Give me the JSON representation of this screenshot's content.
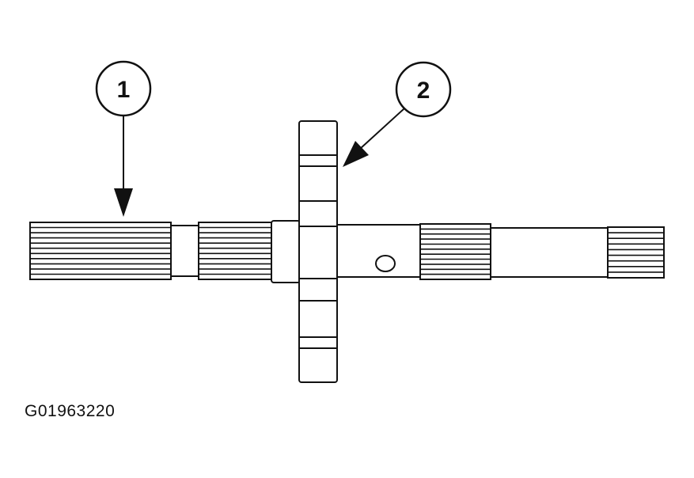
{
  "callouts": [
    {
      "label": "1"
    },
    {
      "label": "2"
    }
  ],
  "figure_id": "G01963220",
  "colors": {
    "ink": "#111111",
    "paper": "#ffffff"
  }
}
